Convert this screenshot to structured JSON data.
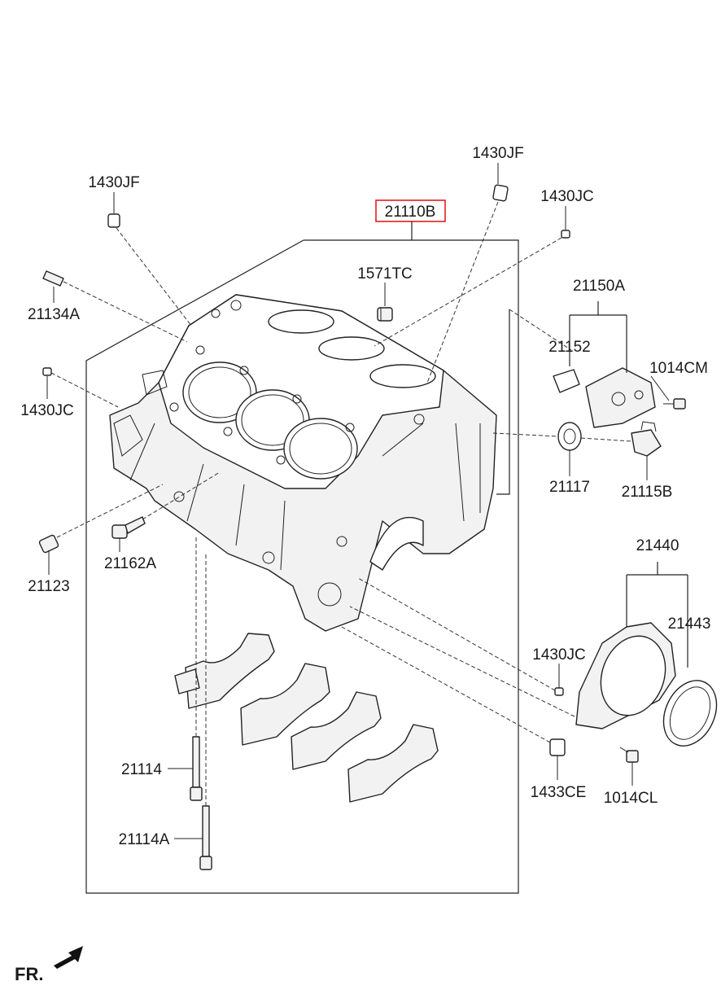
{
  "diagram": {
    "highlight_color": "#e02020",
    "main_part": "21110B",
    "labels": {
      "jf_left": "1430JF",
      "jf_right": "1430JF",
      "jc_top": "1430JC",
      "jc_left": "1430JC",
      "jc_right": "1430JC",
      "tc": "1571TC",
      "a134": "21134A",
      "a150": "21150A",
      "p152": "21152",
      "cm": "1014CM",
      "p117": "21117",
      "b115": "21115B",
      "p123": "21123",
      "a162": "21162A",
      "p440": "21440",
      "p443": "21443",
      "p114": "21114",
      "a114": "21114A",
      "ce": "1433CE",
      "cl": "1014CL"
    },
    "direction": "FR."
  }
}
